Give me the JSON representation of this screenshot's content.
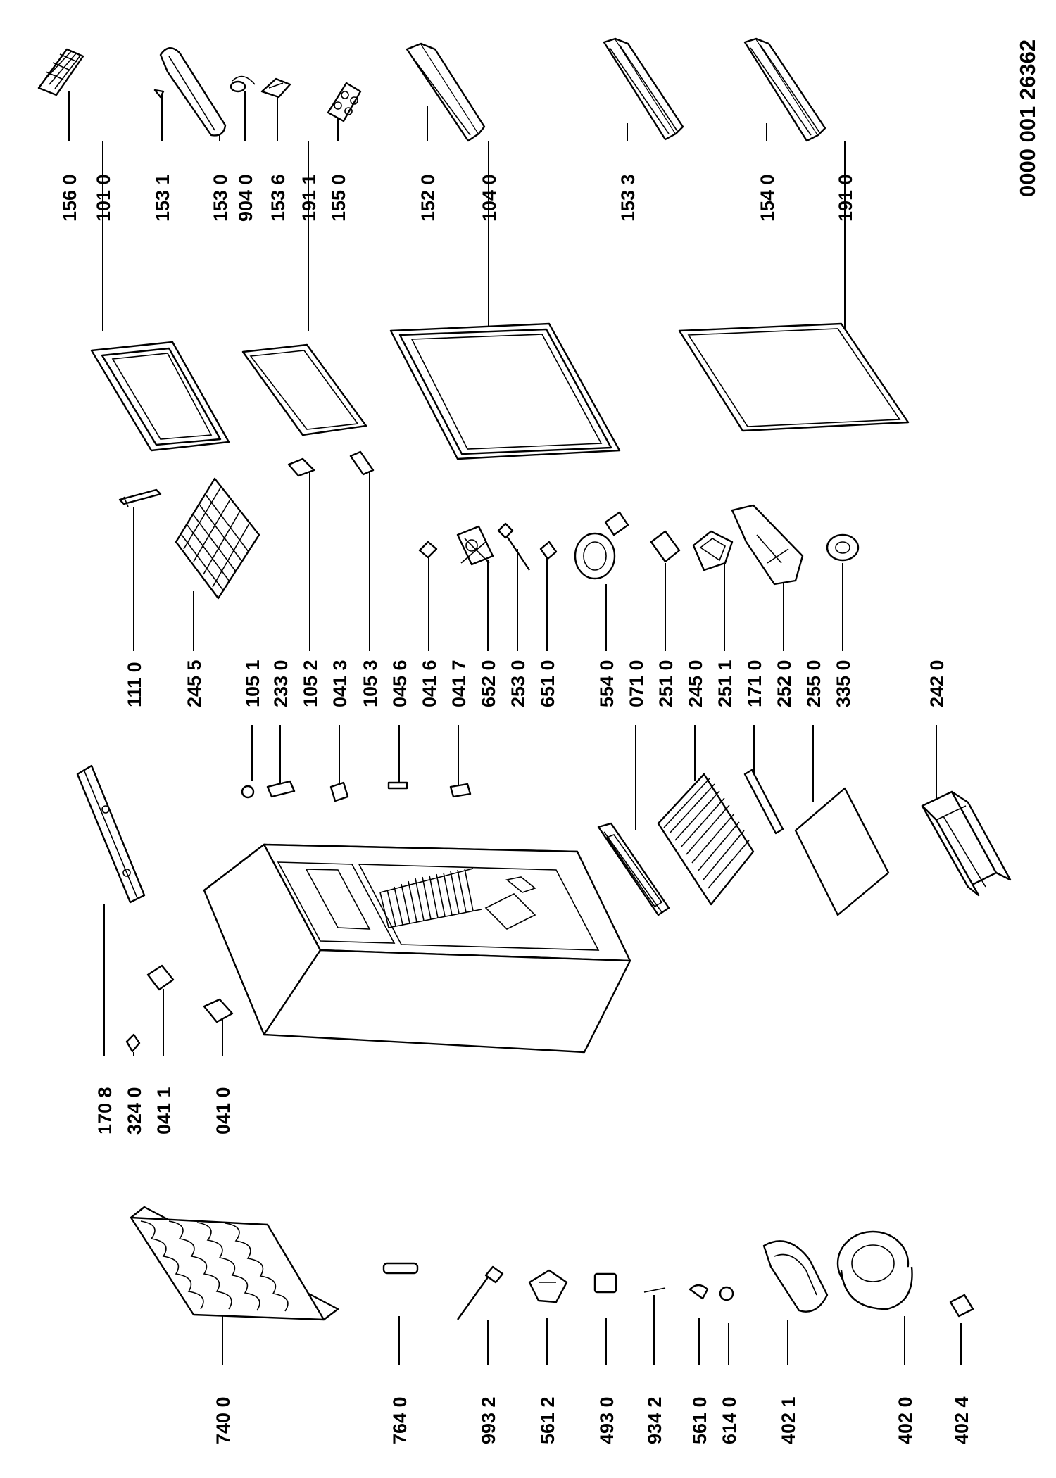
{
  "document_number": "0000 001 26362",
  "part_labels": {
    "p1560": "156 0",
    "p1010": "101 0",
    "p1531": "153 1",
    "p1530": "153 0",
    "p9040": "904 0",
    "p1536": "153 6",
    "p1911": "191 1",
    "p1550": "155 0",
    "p1520": "152 0",
    "p1040": "104 0",
    "p1533": "153 3",
    "p1540": "154 0",
    "p1910": "191 0",
    "p1110": "111 0",
    "p2455": "245 5",
    "p1051": "105 1",
    "p2330": "233 0",
    "p1052": "105 2",
    "p0413": "041 3",
    "p1053": "105 3",
    "p0456": "045 6",
    "p0416": "041 6",
    "p0417": "041 7",
    "p6520": "652 0",
    "p2530": "253 0",
    "p6510": "651 0",
    "p5540": "554 0",
    "p0710": "071 0",
    "p2510": "251 0",
    "p2450": "245 0",
    "p2511": "251 1",
    "p1710": "171 0",
    "p2520": "252 0",
    "p2550": "255 0",
    "p3350": "335 0",
    "p2420": "242 0",
    "p1708": "170 8",
    "p3240": "324 0",
    "p0411": "041 1",
    "p0410": "041 0",
    "p7400": "740 0",
    "p7640": "764 0",
    "p9932": "993 2",
    "p5612": "561 2",
    "p4930": "493 0",
    "p9342": "934 2",
    "p5610": "561 0",
    "p6140": "614 0",
    "p4021": "402 1",
    "p4020": "402 0",
    "p4024": "402 4"
  }
}
